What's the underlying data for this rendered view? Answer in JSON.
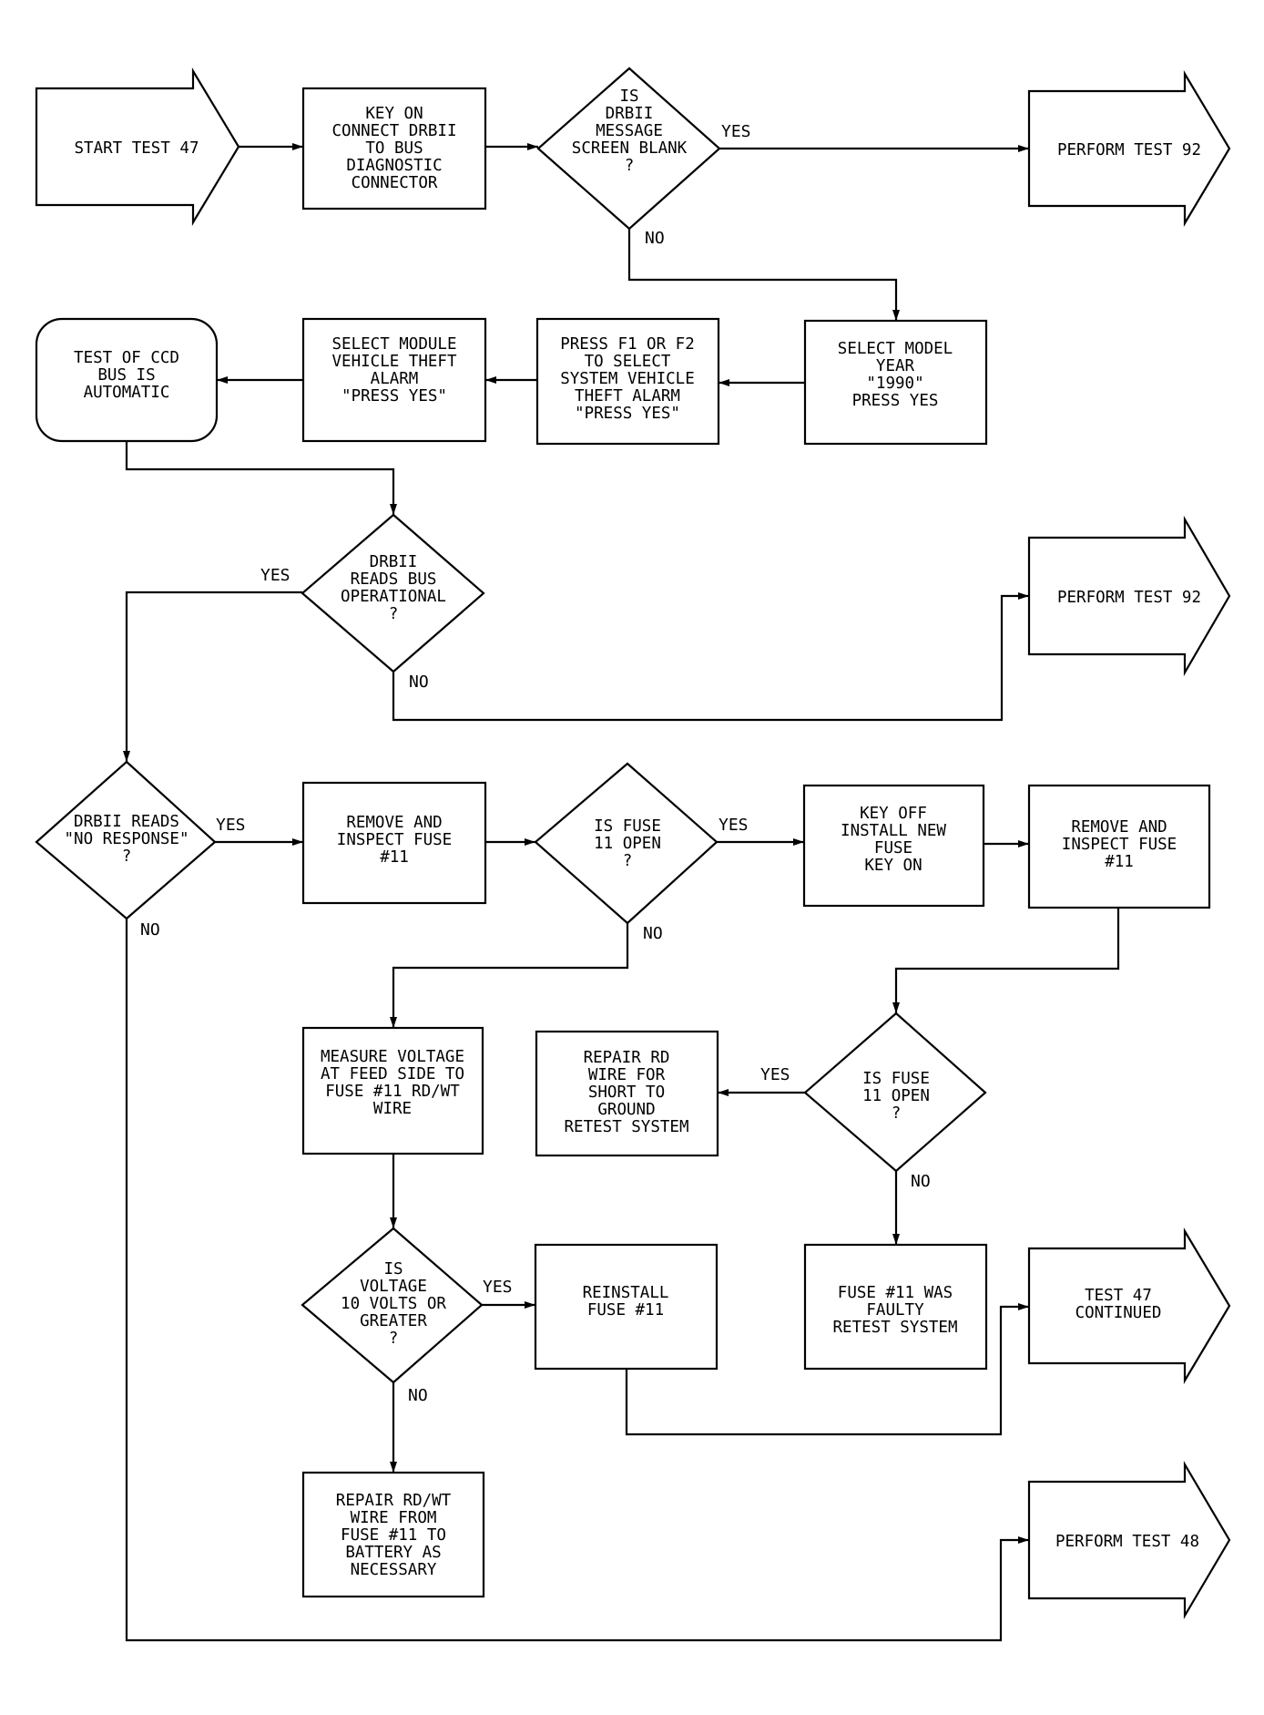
{
  "nodes": {
    "start": [
      "START TEST 47"
    ],
    "key_on": [
      "KEY ON",
      "CONNECT DRBII",
      "TO BUS",
      "DIAGNOSTIC",
      "CONNECTOR"
    ],
    "screen_blank": [
      "IS",
      "DRBII",
      "MESSAGE",
      "SCREEN BLANK",
      "?"
    ],
    "test92_a": [
      "PERFORM TEST 92"
    ],
    "model_year": [
      "SELECT MODEL",
      "YEAR",
      "\"1990\"",
      "PRESS YES"
    ],
    "press_f1": [
      "PRESS F1 OR F2",
      "TO SELECT",
      "SYSTEM VEHICLE",
      "THEFT ALARM",
      "\"PRESS YES\""
    ],
    "select_module": [
      "SELECT MODULE",
      "VEHICLE THEFT",
      "ALARM",
      "\"PRESS YES\""
    ],
    "ccd_auto": [
      "TEST OF CCD",
      "BUS IS",
      "AUTOMATIC"
    ],
    "bus_operational": [
      "DRBII",
      "READS BUS",
      "OPERATIONAL",
      "?"
    ],
    "test92_b": [
      "PERFORM TEST 92"
    ],
    "no_response": [
      "DRBII READS",
      "\"NO RESPONSE\"",
      "?"
    ],
    "inspect_fuse_1": [
      "REMOVE AND",
      "INSPECT FUSE",
      "#11"
    ],
    "fuse_open_1": [
      "IS FUSE",
      "11 OPEN",
      "?"
    ],
    "key_off": [
      "KEY OFF",
      "INSTALL NEW",
      "FUSE",
      "KEY ON"
    ],
    "inspect_fuse_2": [
      "REMOVE AND",
      "INSPECT FUSE",
      "#11"
    ],
    "measure_voltage": [
      "MEASURE VOLTAGE",
      "AT FEED SIDE TO",
      "FUSE #11 RD/WT",
      "WIRE"
    ],
    "repair_rd": [
      "REPAIR RD",
      "WIRE FOR",
      "SHORT TO",
      "GROUND",
      "RETEST SYSTEM"
    ],
    "fuse_open_2": [
      "IS FUSE",
      "11 OPEN",
      "?"
    ],
    "voltage_check": [
      "IS",
      "VOLTAGE",
      "10 VOLTS OR",
      "GREATER",
      "?"
    ],
    "reinstall": [
      "REINSTALL",
      "FUSE #11"
    ],
    "fuse_faulty": [
      "FUSE #11 WAS",
      "FAULTY",
      "RETEST SYSTEM"
    ],
    "test47_cont": [
      "TEST 47",
      "CONTINUED"
    ],
    "repair_rdwt": [
      "REPAIR RD/WT",
      "WIRE FROM",
      "FUSE #11 TO",
      "BATTERY AS",
      "NECESSARY"
    ],
    "test48": [
      "PERFORM TEST 48"
    ]
  },
  "branch_labels": {
    "yes": "YES",
    "no": "NO"
  }
}
